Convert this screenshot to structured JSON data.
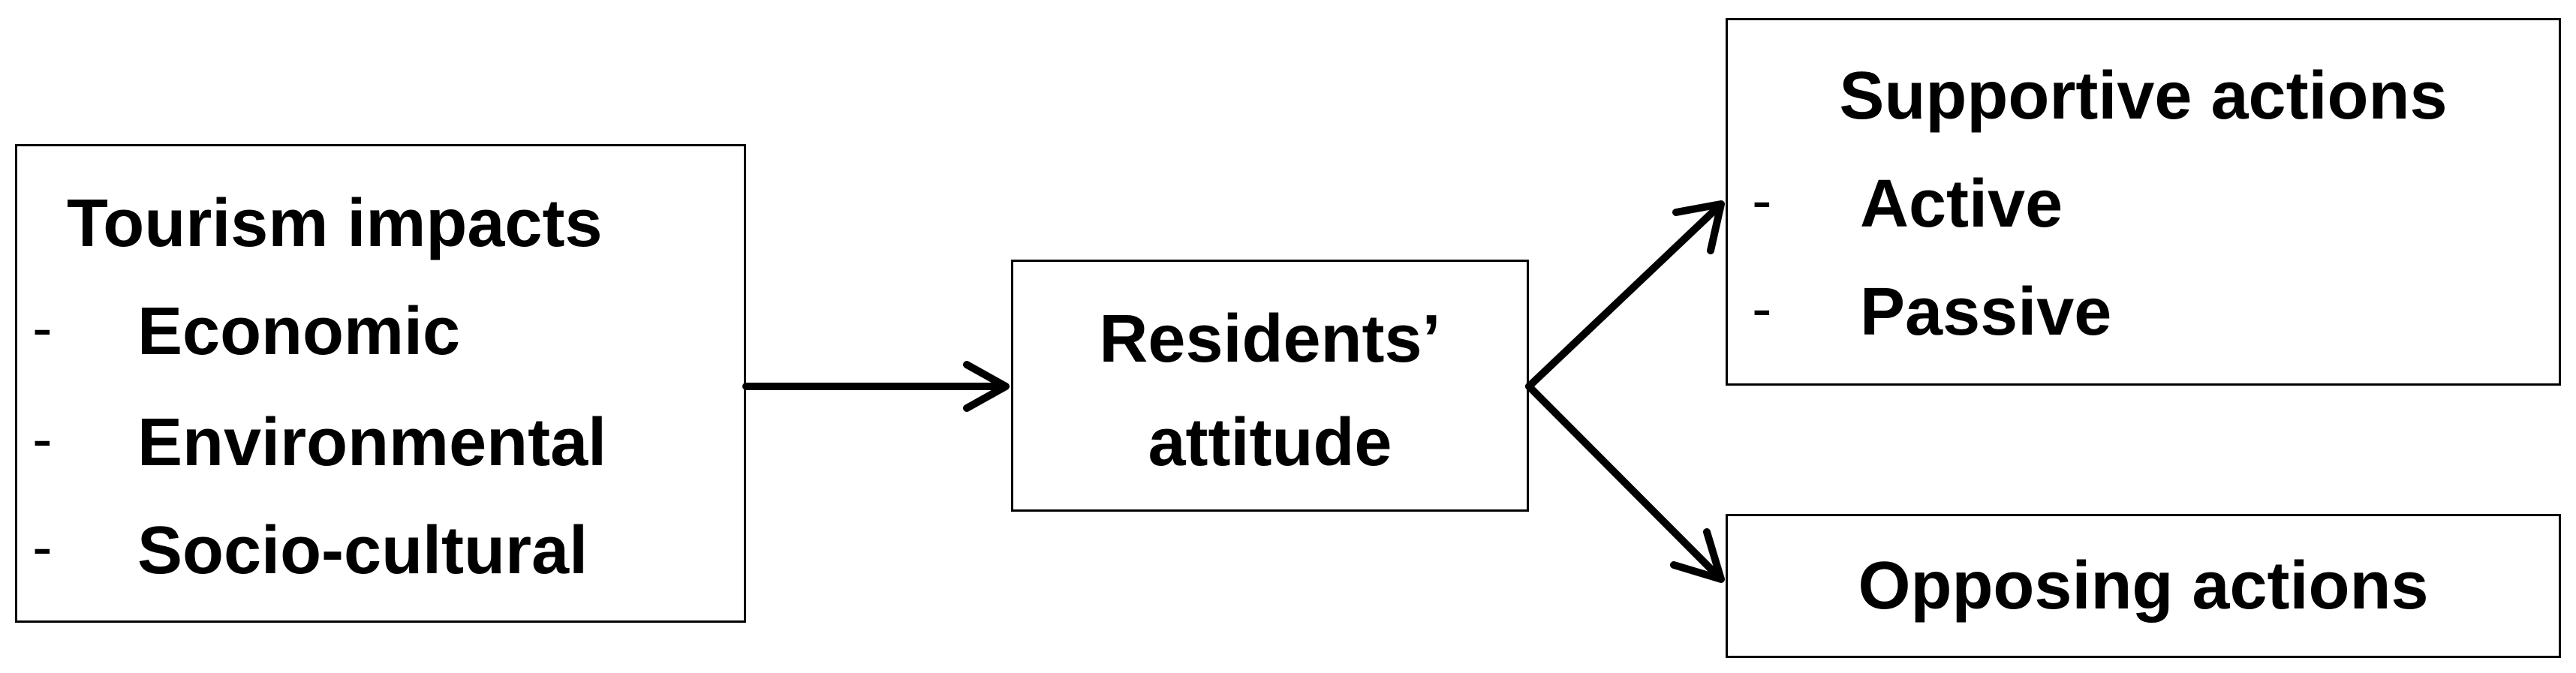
{
  "impacts": {
    "title": "Tourism impacts",
    "items": [
      {
        "dash": "-",
        "label": "Economic"
      },
      {
        "dash": "-",
        "label": "Environmental"
      },
      {
        "dash": "-",
        "label": "Socio-cultural"
      }
    ]
  },
  "attitude": {
    "line1": "Residents’",
    "line2": "attitude"
  },
  "supportive": {
    "title": "Supportive actions",
    "items": [
      {
        "dash": "-",
        "label": "Active"
      },
      {
        "dash": "-",
        "label": "Passive"
      }
    ]
  },
  "opposing": {
    "title": "Opposing actions"
  },
  "colors": {
    "stroke": "#000000",
    "background": "#ffffff"
  }
}
